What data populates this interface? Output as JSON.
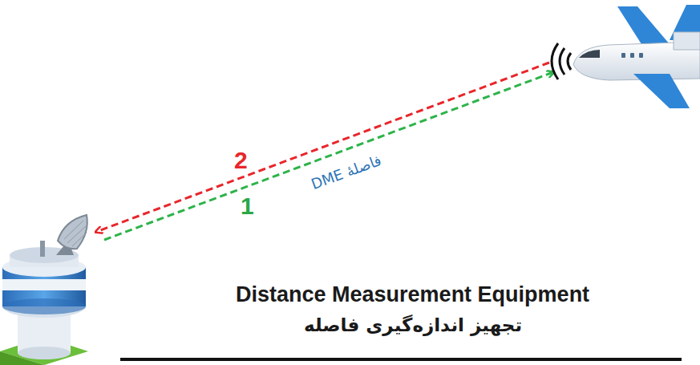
{
  "diagram": {
    "title": "Distance Measurement Equipment",
    "caption": "تجهیز اندازه‌گیری فاصله",
    "labels": [
      "2",
      "1",
      "فاصلهٔ DME"
    ]
  }
}
